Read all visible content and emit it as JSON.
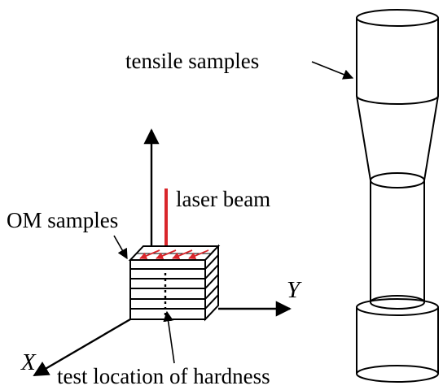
{
  "labels": {
    "tensile": "tensile samples",
    "laser": "laser beam",
    "om": "OM samples",
    "hardness": "test location of hardness",
    "x_axis": "X",
    "y_axis": "Y"
  },
  "colors": {
    "line": "#000000",
    "laser": "#d9262b",
    "background": "#ffffff"
  }
}
